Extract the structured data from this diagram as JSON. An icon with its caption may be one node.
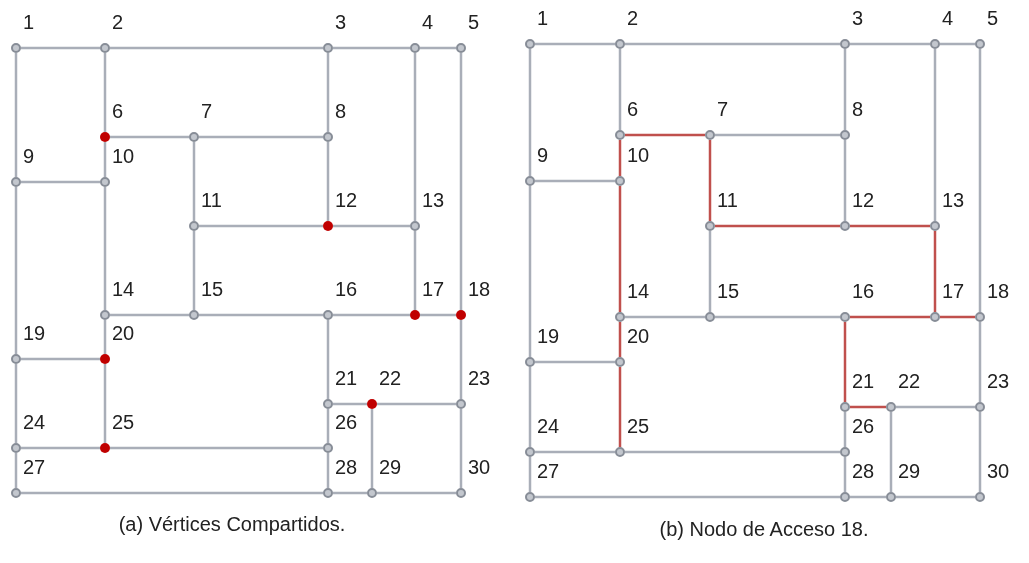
{
  "diagram": {
    "nodes": [
      {
        "text": [],
        "shape": "circle",
        "beside": [
          "1"
        ]
      },
      {
        "text": [],
        "shape": "circle",
        "beside": [
          "2"
        ]
      },
      {
        "text": [],
        "shape": "circle",
        "beside": [
          "3"
        ]
      },
      {
        "text": [],
        "shape": "circle",
        "beside": [
          "4"
        ]
      },
      {
        "text": [],
        "shape": "circle",
        "beside": [
          "5"
        ]
      },
      {
        "text": [],
        "shape": "dot",
        "beside": [
          "6"
        ]
      },
      {
        "text": [],
        "shape": "circle",
        "beside": [
          "7"
        ]
      },
      {
        "text": [],
        "shape": "circle",
        "beside": [
          "8"
        ]
      },
      {
        "text": [],
        "shape": "circle",
        "beside": [
          "9"
        ]
      },
      {
        "text": [],
        "shape": "circle",
        "beside": [
          "10"
        ]
      },
      {
        "text": [],
        "shape": "circle",
        "beside": [
          "11"
        ]
      },
      {
        "text": [],
        "shape": "dot",
        "beside": [
          "12"
        ]
      },
      {
        "text": [],
        "shape": "circle",
        "beside": [
          "13"
        ]
      },
      {
        "text": [],
        "shape": "circle",
        "beside": [
          "14"
        ]
      },
      {
        "text": [],
        "shape": "circle",
        "beside": [
          "15"
        ]
      },
      {
        "text": [],
        "shape": "circle",
        "beside": [
          "16"
        ]
      },
      {
        "text": [],
        "shape": "dot",
        "beside": [
          "17"
        ]
      },
      {
        "text": [],
        "shape": "dot",
        "beside": [
          "18"
        ]
      },
      {
        "text": [],
        "shape": "circle",
        "beside": [
          "19"
        ]
      },
      {
        "text": [],
        "shape": "dot",
        "beside": [
          "20"
        ]
      },
      {
        "text": [],
        "shape": "circle",
        "beside": [
          "21"
        ]
      },
      {
        "text": [],
        "shape": "dot",
        "beside": [
          "22"
        ]
      },
      {
        "text": [],
        "shape": "circle",
        "beside": [
          "23"
        ]
      },
      {
        "text": [],
        "shape": "circle",
        "beside": [
          "24"
        ]
      },
      {
        "text": [],
        "shape": "dot",
        "beside": [
          "25"
        ]
      },
      {
        "text": [],
        "shape": "circle",
        "beside": [
          "26"
        ]
      },
      {
        "text": [],
        "shape": "circle",
        "beside": [
          "27"
        ]
      },
      {
        "text": [],
        "shape": "circle",
        "beside": [
          "28"
        ]
      },
      {
        "text": [],
        "shape": "circle",
        "beside": [
          "29"
        ]
      },
      {
        "text": [],
        "shape": "circle",
        "beside": [
          "30"
        ]
      },
      {
        "text": [],
        "shape": "circle",
        "beside": [
          "1"
        ]
      },
      {
        "text": [],
        "shape": "circle",
        "beside": [
          "2"
        ]
      },
      {
        "text": [],
        "shape": "circle",
        "beside": [
          "3"
        ]
      },
      {
        "text": [],
        "shape": "circle",
        "beside": [
          "4"
        ]
      },
      {
        "text": [],
        "shape": "circle",
        "beside": [
          "5"
        ]
      },
      {
        "text": [],
        "shape": "circle",
        "beside": [
          "6"
        ]
      },
      {
        "text": [],
        "shape": "circle",
        "beside": [
          "7"
        ]
      },
      {
        "text": [],
        "shape": "circle",
        "beside": [
          "8"
        ]
      },
      {
        "text": [],
        "shape": "circle",
        "beside": [
          "9"
        ]
      },
      {
        "text": [],
        "shape": "circle",
        "beside": [
          "10"
        ]
      },
      {
        "text": [],
        "shape": "circle",
        "beside": [
          "11"
        ]
      },
      {
        "text": [],
        "shape": "circle",
        "beside": [
          "12"
        ]
      },
      {
        "text": [],
        "shape": "circle",
        "beside": [
          "13"
        ]
      },
      {
        "text": [],
        "shape": "circle",
        "beside": [
          "14"
        ]
      },
      {
        "text": [],
        "shape": "circle",
        "beside": [
          "15"
        ]
      },
      {
        "text": [],
        "shape": "circle",
        "beside": [
          "16"
        ]
      },
      {
        "text": [],
        "shape": "circle",
        "beside": [
          "17"
        ]
      },
      {
        "text": [],
        "shape": "circle",
        "beside": [
          "18"
        ]
      },
      {
        "text": [],
        "shape": "circle",
        "beside": [
          "19"
        ]
      },
      {
        "text": [],
        "shape": "circle",
        "beside": [
          "20"
        ]
      },
      {
        "text": [],
        "shape": "circle",
        "beside": [
          "21"
        ]
      },
      {
        "text": [],
        "shape": "circle",
        "beside": [
          "22"
        ]
      },
      {
        "text": [],
        "shape": "circle",
        "beside": [
          "23"
        ]
      },
      {
        "text": [],
        "shape": "circle",
        "beside": [
          "24"
        ]
      },
      {
        "text": [],
        "shape": "circle",
        "beside": [
          "25"
        ]
      },
      {
        "text": [],
        "shape": "circle",
        "beside": [
          "26"
        ]
      },
      {
        "text": [],
        "shape": "circle",
        "beside": [
          "27"
        ]
      },
      {
        "text": [],
        "shape": "circle",
        "beside": [
          "28"
        ]
      },
      {
        "text": [],
        "shape": "circle",
        "beside": [
          "29"
        ]
      },
      {
        "text": [],
        "shape": "circle",
        "beside": [
          "30"
        ]
      }
    ],
    "edges": [
      {
        "from": 0,
        "to": 1,
        "arrow": "none"
      },
      {
        "from": 1,
        "to": 2,
        "arrow": "none"
      },
      {
        "from": 2,
        "to": 3,
        "arrow": "none"
      },
      {
        "from": 3,
        "to": 4,
        "arrow": "none"
      },
      {
        "from": 0,
        "to": 8,
        "arrow": "none"
      },
      {
        "from": 8,
        "to": 18,
        "arrow": "none"
      },
      {
        "from": 18,
        "to": 23,
        "arrow": "none"
      },
      {
        "from": 23,
        "to": 26,
        "arrow": "none"
      },
      {
        "from": 1,
        "to": 5,
        "arrow": "none"
      },
      {
        "from": 5,
        "to": 9,
        "arrow": "none"
      },
      {
        "from": 9,
        "to": 13,
        "arrow": "none"
      },
      {
        "from": 13,
        "to": 19,
        "arrow": "none"
      },
      {
        "from": 19,
        "to": 24,
        "arrow": "none"
      },
      {
        "from": 2,
        "to": 7,
        "arrow": "none"
      },
      {
        "from": 7,
        "to": 11,
        "arrow": "none"
      },
      {
        "from": 3,
        "to": 12,
        "arrow": "none"
      },
      {
        "from": 12,
        "to": 16,
        "arrow": "none"
      },
      {
        "from": 4,
        "to": 17,
        "arrow": "none"
      },
      {
        "from": 17,
        "to": 22,
        "arrow": "none"
      },
      {
        "from": 22,
        "to": 29,
        "arrow": "none"
      },
      {
        "from": 5,
        "to": 6,
        "arrow": "none"
      },
      {
        "from": 6,
        "to": 7,
        "arrow": "none"
      },
      {
        "from": 8,
        "to": 9,
        "arrow": "none"
      },
      {
        "from": 6,
        "to": 10,
        "arrow": "none"
      },
      {
        "from": 10,
        "to": 14,
        "arrow": "none"
      },
      {
        "from": 10,
        "to": 11,
        "arrow": "none"
      },
      {
        "from": 11,
        "to": 12,
        "arrow": "none"
      },
      {
        "from": 13,
        "to": 14,
        "arrow": "none"
      },
      {
        "from": 14,
        "to": 15,
        "arrow": "none"
      },
      {
        "from": 15,
        "to": 16,
        "arrow": "none"
      },
      {
        "from": 16,
        "to": 17,
        "arrow": "none"
      },
      {
        "from": 18,
        "to": 19,
        "arrow": "none"
      },
      {
        "from": 15,
        "to": 20,
        "arrow": "none"
      },
      {
        "from": 20,
        "to": 25,
        "arrow": "none"
      },
      {
        "from": 25,
        "to": 27,
        "arrow": "none"
      },
      {
        "from": 20,
        "to": 21,
        "arrow": "none"
      },
      {
        "from": 21,
        "to": 22,
        "arrow": "none"
      },
      {
        "from": 21,
        "to": 28,
        "arrow": "none"
      },
      {
        "from": 23,
        "to": 24,
        "arrow": "none"
      },
      {
        "from": 24,
        "to": 25,
        "arrow": "none"
      },
      {
        "from": 26,
        "to": 27,
        "arrow": "none"
      },
      {
        "from": 27,
        "to": 28,
        "arrow": "none"
      },
      {
        "from": 28,
        "to": 29,
        "arrow": "none"
      },
      {
        "from": 30,
        "to": 31,
        "arrow": "none"
      },
      {
        "from": 31,
        "to": 32,
        "arrow": "none"
      },
      {
        "from": 32,
        "to": 33,
        "arrow": "none"
      },
      {
        "from": 33,
        "to": 34,
        "arrow": "none"
      },
      {
        "from": 30,
        "to": 38,
        "arrow": "none"
      },
      {
        "from": 38,
        "to": 48,
        "arrow": "none"
      },
      {
        "from": 48,
        "to": 53,
        "arrow": "none"
      },
      {
        "from": 53,
        "to": 56,
        "arrow": "none"
      },
      {
        "from": 31,
        "to": 35,
        "arrow": "none"
      },
      {
        "from": 35,
        "to": 39,
        "arrow": "none",
        "color": "#c0504d"
      },
      {
        "from": 39,
        "to": 43,
        "arrow": "none",
        "color": "#c0504d"
      },
      {
        "from": 43,
        "to": 49,
        "arrow": "none",
        "color": "#c0504d"
      },
      {
        "from": 49,
        "to": 54,
        "arrow": "none",
        "color": "#c0504d"
      },
      {
        "from": 32,
        "to": 37,
        "arrow": "none"
      },
      {
        "from": 37,
        "to": 41,
        "arrow": "none"
      },
      {
        "from": 33,
        "to": 42,
        "arrow": "none"
      },
      {
        "from": 42,
        "to": 46,
        "arrow": "none",
        "color": "#c0504d"
      },
      {
        "from": 34,
        "to": 47,
        "arrow": "none"
      },
      {
        "from": 47,
        "to": 52,
        "arrow": "none"
      },
      {
        "from": 52,
        "to": 59,
        "arrow": "none"
      },
      {
        "from": 35,
        "to": 36,
        "arrow": "none",
        "color": "#c0504d"
      },
      {
        "from": 36,
        "to": 37,
        "arrow": "none"
      },
      {
        "from": 38,
        "to": 39,
        "arrow": "none"
      },
      {
        "from": 36,
        "to": 40,
        "arrow": "none",
        "color": "#c0504d"
      },
      {
        "from": 40,
        "to": 44,
        "arrow": "none"
      },
      {
        "from": 40,
        "to": 41,
        "arrow": "none",
        "color": "#c0504d"
      },
      {
        "from": 41,
        "to": 42,
        "arrow": "none",
        "color": "#c0504d"
      },
      {
        "from": 43,
        "to": 44,
        "arrow": "none"
      },
      {
        "from": 44,
        "to": 45,
        "arrow": "none"
      },
      {
        "from": 45,
        "to": 46,
        "arrow": "none",
        "color": "#c0504d"
      },
      {
        "from": 46,
        "to": 47,
        "arrow": "none",
        "color": "#c0504d"
      },
      {
        "from": 48,
        "to": 49,
        "arrow": "none"
      },
      {
        "from": 45,
        "to": 50,
        "arrow": "none",
        "color": "#c0504d"
      },
      {
        "from": 50,
        "to": 55,
        "arrow": "none"
      },
      {
        "from": 55,
        "to": 57,
        "arrow": "none"
      },
      {
        "from": 50,
        "to": 51,
        "arrow": "none",
        "color": "#c0504d"
      },
      {
        "from": 51,
        "to": 52,
        "arrow": "none"
      },
      {
        "from": 51,
        "to": 58,
        "arrow": "none"
      },
      {
        "from": 53,
        "to": 54,
        "arrow": "none"
      },
      {
        "from": 54,
        "to": 55,
        "arrow": "none"
      },
      {
        "from": 56,
        "to": 57,
        "arrow": "none"
      },
      {
        "from": 57,
        "to": 58,
        "arrow": "none"
      },
      {
        "from": 58,
        "to": 59,
        "arrow": "none"
      }
    ],
    "labels": [
      "(a) Vértices Compartidos.",
      "(b) Nodo de Acceso 18."
    ]
  }
}
